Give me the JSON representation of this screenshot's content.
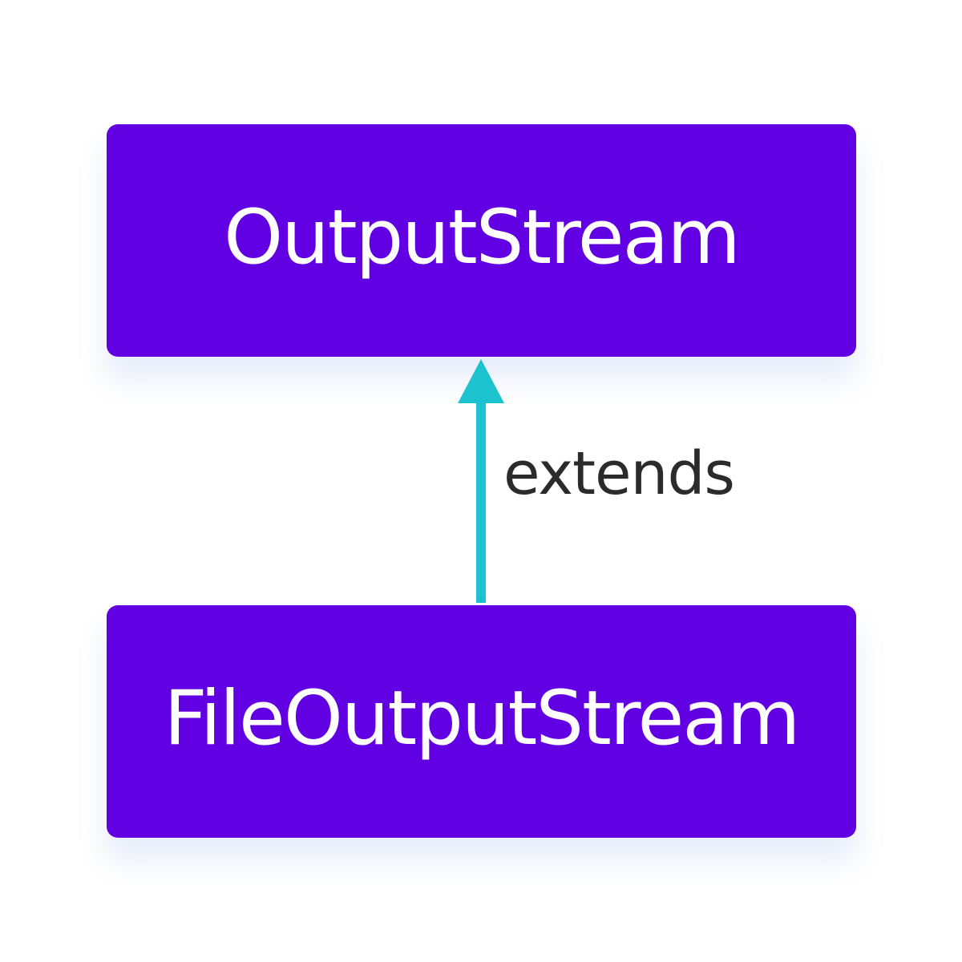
{
  "diagram": {
    "parent": {
      "label": "OutputStream"
    },
    "child": {
      "label": "FileOutputStream"
    },
    "relation": {
      "label": "extends"
    }
  },
  "colors": {
    "box_fill": "#6200e4",
    "box_text": "#ffffff",
    "arrow": "#1cc3cf",
    "label_text": "#2b2b2b"
  },
  "icons": {
    "arrow": "up-arrow-icon"
  }
}
